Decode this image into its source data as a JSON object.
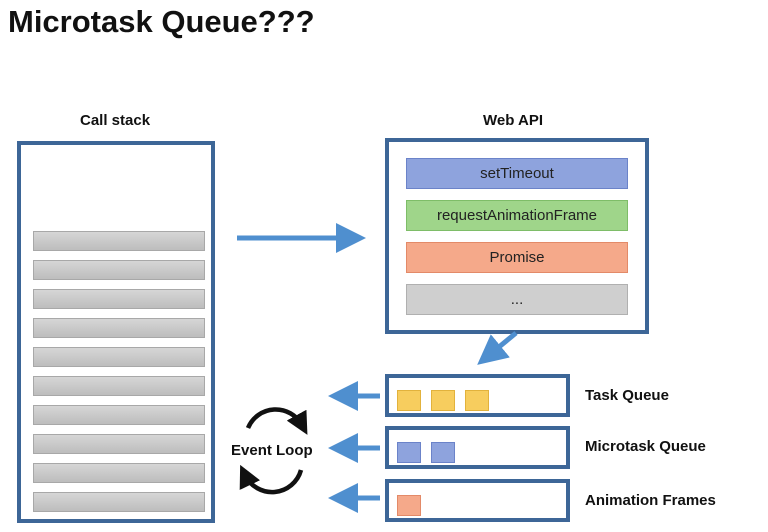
{
  "title": "Microtask Queue???",
  "call_stack": {
    "label": "Call stack",
    "frames": 10
  },
  "web_api": {
    "label": "Web API",
    "items": [
      {
        "label": "setTimeout",
        "fill": "#8ea3dd",
        "border": "#6b83c9"
      },
      {
        "label": "requestAnimationFrame",
        "fill": "#9fd58a",
        "border": "#7ebd68"
      },
      {
        "label": "Promise",
        "fill": "#f5a98a",
        "border": "#e38a68"
      },
      {
        "label": "...",
        "fill": "#cfcfcf",
        "border": "#b0b0b0"
      }
    ]
  },
  "queues": [
    {
      "label": "Task Queue",
      "count": 3,
      "fill": "#f7cd5e",
      "border": "#e2b23c"
    },
    {
      "label": "Microtask Queue",
      "count": 2,
      "fill": "#8ea3dd",
      "border": "#6b83c9"
    },
    {
      "label": "Animation Frames",
      "count": 1,
      "fill": "#f5a98a",
      "border": "#e38a68"
    }
  ],
  "event_loop": {
    "label": "Event Loop"
  },
  "colors": {
    "panel_border": "#3d6697",
    "arrow": "#4f8fcf",
    "loop_arrow": "#111111"
  }
}
